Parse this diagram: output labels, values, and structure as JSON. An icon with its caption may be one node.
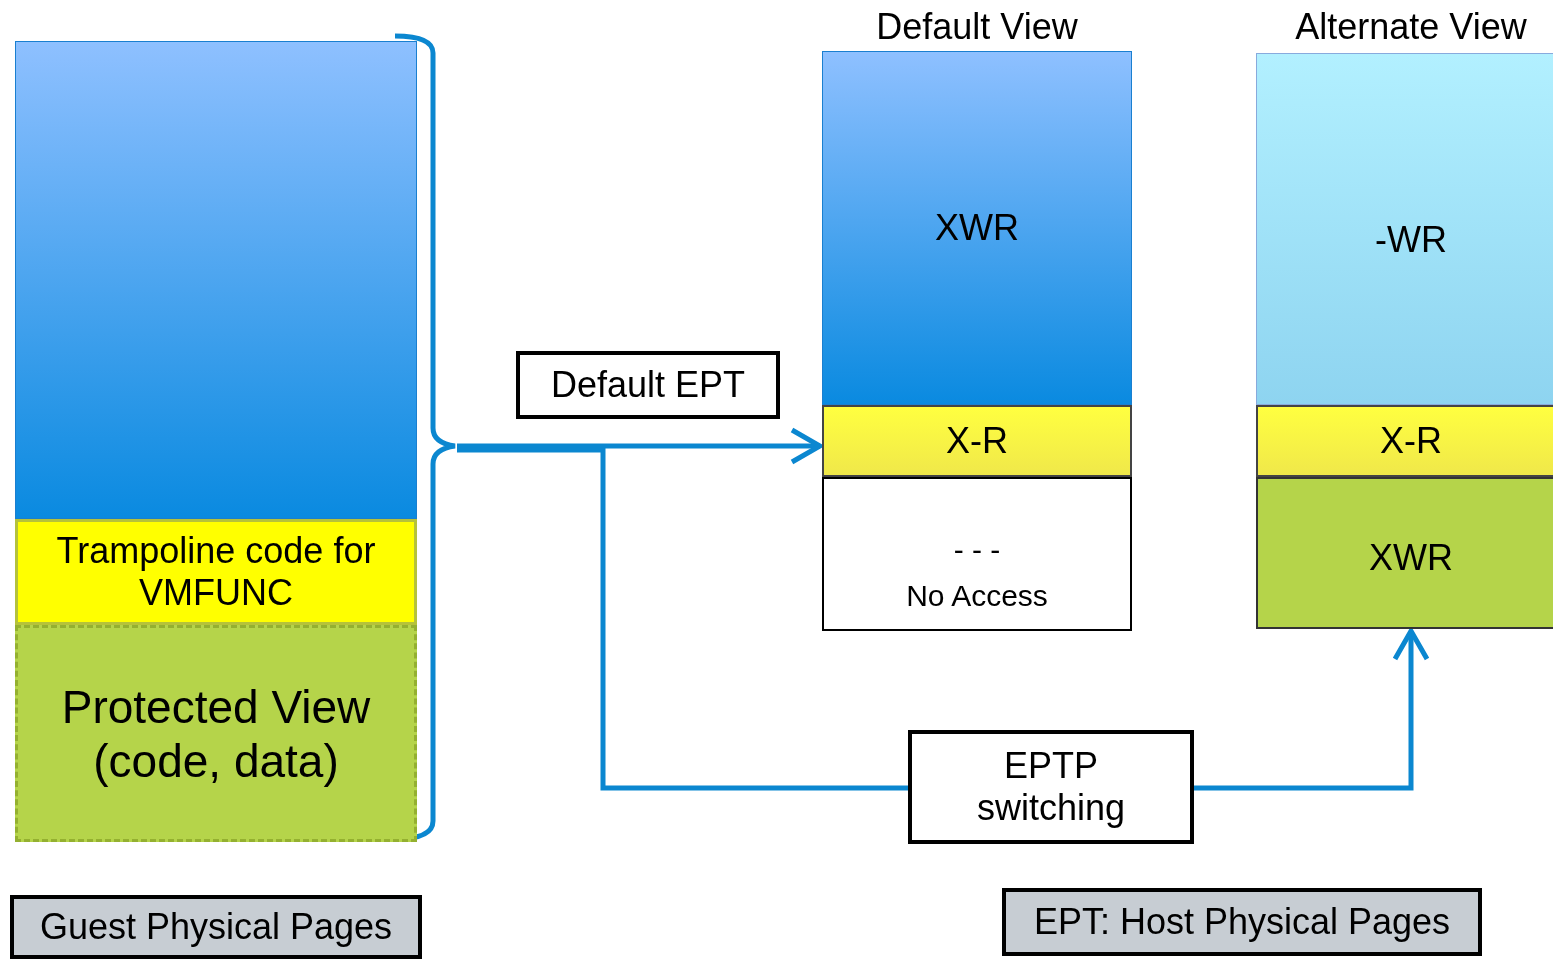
{
  "diagram": {
    "nodes": [
      {
        "text": [],
        "shape": "box"
      },
      {
        "text": [],
        "shape": "box",
        "in": 0
      },
      {
        "text": [
          "Trampoline code for VMFUNC"
        ],
        "in": 0
      },
      {
        "text": [
          "Protected View (code, data)"
        ],
        "in": 0
      },
      {
        "text": [
          "Default EPT"
        ]
      },
      {
        "text": [
          "Default View"
        ]
      },
      {
        "text": [
          "XWR"
        ],
        "in": 5
      },
      {
        "text": [
          "X-R"
        ],
        "in": 5
      },
      {
        "text": [
          "- - -",
          "No Access"
        ],
        "in": 5
      },
      {
        "text": [
          "Alternate View"
        ]
      },
      {
        "text": [
          "-WR"
        ],
        "in": 9
      },
      {
        "text": [
          "X-R"
        ],
        "in": 9
      },
      {
        "text": [
          "XWR"
        ],
        "in": 9
      },
      {
        "text": [
          "EPTP switching"
        ]
      },
      {
        "text": [
          "Guest Physical Pages"
        ]
      },
      {
        "text": [
          "EPT: Host Physical Pages"
        ]
      }
    ],
    "edges": [
      {
        "from": 0,
        "to": 5,
        "arrow": "to"
      },
      {
        "from": 0,
        "to": 13,
        "arrow": "none"
      },
      {
        "from": 13,
        "to": 12,
        "arrow": "to"
      }
    ]
  }
}
